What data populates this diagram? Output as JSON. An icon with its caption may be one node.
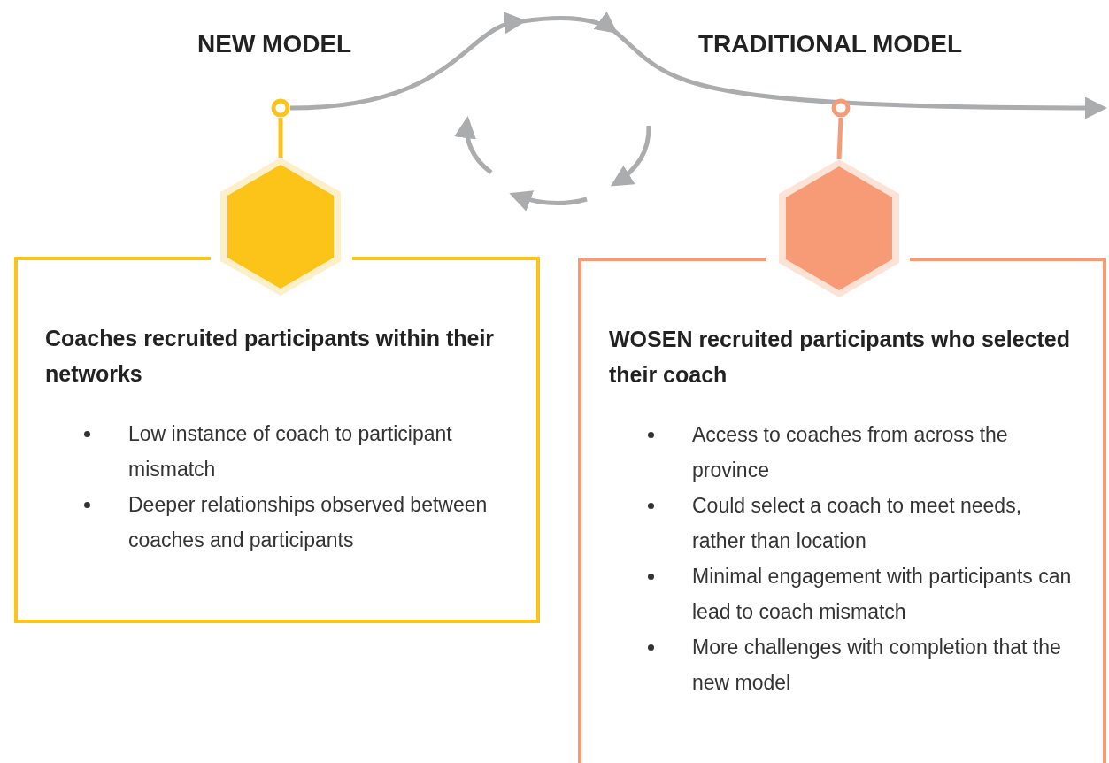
{
  "diagram": {
    "nodes": [
      {
        "text": [],
        "shape": "circle"
      },
      {
        "text": [],
        "shape": "hexagon"
      },
      {
        "text": [
          "Coaches recruited participants within their networks",
          "Low instance of coach to participant mismatch",
          "Deeper relationships observed between coaches and participants"
        ]
      },
      {
        "text": [],
        "shape": "circle"
      },
      {
        "text": [],
        "shape": "hexagon"
      },
      {
        "text": [
          "WOSEN recruited participants who selected their coach",
          "Access to coaches from across the province",
          "Could select a coach to meet needs, rather than location",
          "Minimal engagement with participants can lead to coach mismatch",
          "More challenges with completion that the new model"
        ]
      }
    ],
    "edges": [
      {
        "from": 0,
        "to": null,
        "arrow": "to"
      },
      {
        "from": 0,
        "to": 1,
        "arrow": "none",
        "color": "#fcc419"
      },
      {
        "from": 3,
        "to": 4,
        "arrow": "none",
        "color": "#f79b77"
      }
    ],
    "labels": [
      "NEW MODEL",
      "TRADITIONAL MODEL"
    ]
  }
}
